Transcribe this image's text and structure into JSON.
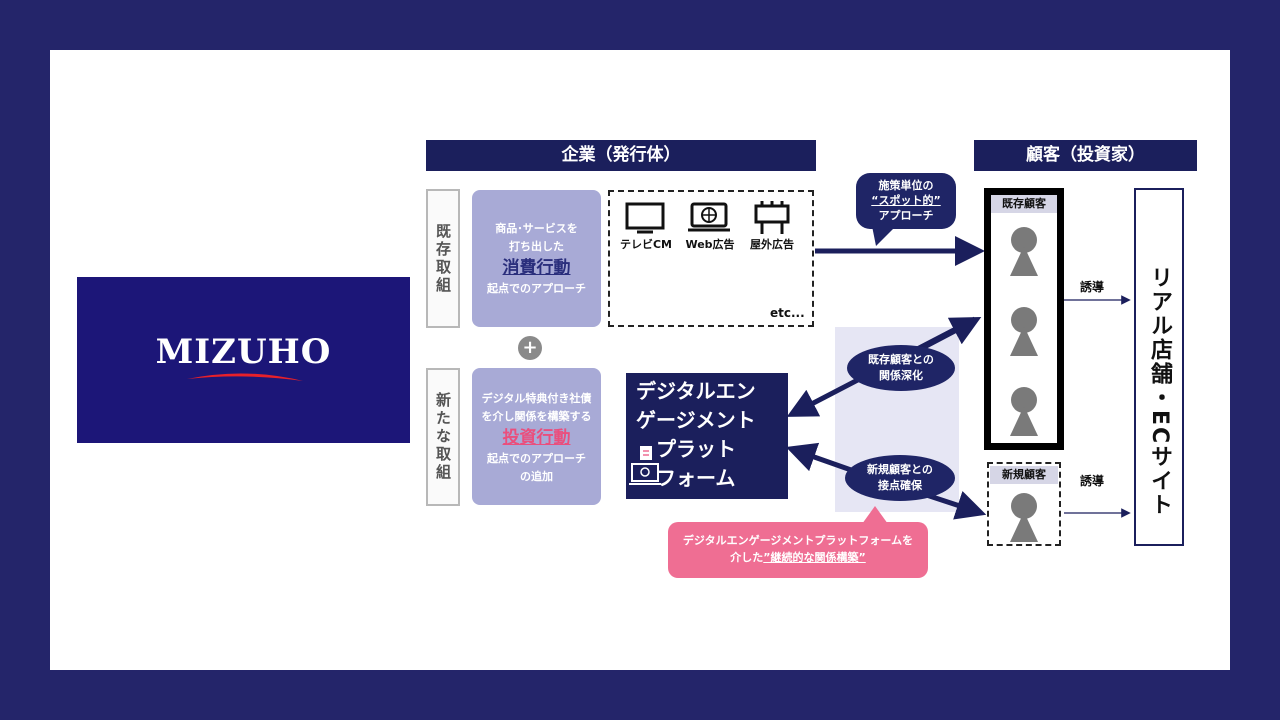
{
  "logo": {
    "text": "MIZUHO"
  },
  "headers": {
    "company": "企業（発行体）",
    "customer": "顧客（投資家）"
  },
  "row_labels": {
    "existing": "既存取組",
    "new": "新たな取組"
  },
  "existing_approach": {
    "line1": "商品･サービスを",
    "line2": "打ち出した",
    "emphasis": "消費行動",
    "line3": "起点でのアプローチ"
  },
  "plus_sign": "+",
  "new_approach": {
    "line1": "デジタル特典付き社債",
    "line2": "を介し関係を構築する",
    "emphasis": "投資行動",
    "line3": "起点でのアプローチ",
    "line4": "の追加"
  },
  "media": [
    {
      "icon": "tv-icon",
      "label": "テレビCM"
    },
    {
      "icon": "web-icon",
      "label": "Web広告"
    },
    {
      "icon": "billboard-icon",
      "label": "屋外広告"
    }
  ],
  "media_etc": "etc...",
  "callouts": {
    "spot": {
      "line1": "施策単位の",
      "line2": "“スポット的”",
      "line3": "アプローチ"
    },
    "deepen": {
      "line1": "既存顧客との",
      "line2": "関係深化"
    },
    "secure": {
      "line1": "新規顧客との",
      "line2": "接点確保"
    }
  },
  "platform": {
    "line1": "デジタルエン",
    "line2": "ゲージメント",
    "line3": "プラット",
    "line4": "フォーム"
  },
  "pink_note": {
    "line1": "デジタルエンゲージメントプラットフォームを",
    "line2_prefix": "介した",
    "line2_emphasis": "”継続的な関係構築”"
  },
  "customers": {
    "existing_tag": "既存顧客",
    "new_tag": "新規顧客"
  },
  "induce": {
    "top": "誘導",
    "bottom": "誘導"
  },
  "destination": "リアル店舗・ECサイト",
  "colors": {
    "navy": "#1b1f5c",
    "frame": "#24256a",
    "purple": "#a8aad6",
    "pink": "#ef6e93",
    "grey_person": "#7a7a7a"
  }
}
